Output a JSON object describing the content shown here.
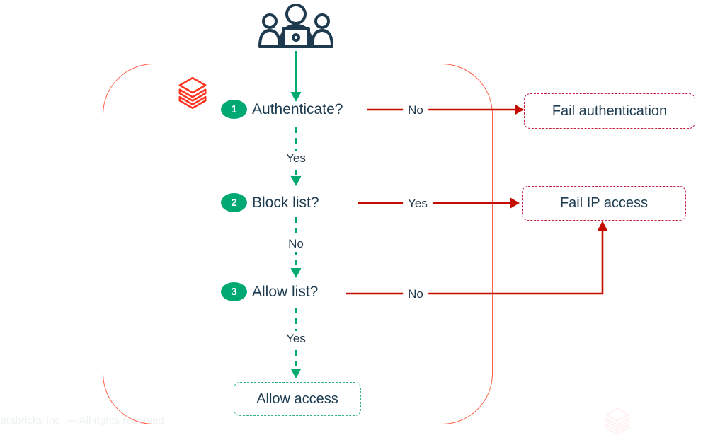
{
  "diagram": {
    "steps": [
      {
        "number": "1",
        "label": "Authenticate?"
      },
      {
        "number": "2",
        "label": "Block list?"
      },
      {
        "number": "3",
        "label": "Allow list?"
      }
    ],
    "outcomes": {
      "fail_auth": "Fail authentication",
      "fail_ip": "Fail IP access",
      "allow": "Allow access"
    },
    "edges": {
      "auth_no": "No",
      "auth_yes": "Yes",
      "block_yes": "Yes",
      "block_no": "No",
      "allow_no": "No",
      "allow_yes": "Yes"
    },
    "icons": {
      "users": "users-at-laptop-icon",
      "brand": "databricks-logo"
    },
    "colors": {
      "boundary": "#ff5f46",
      "brand_red": "#ff3621",
      "green": "#00a972",
      "fail_red": "#c40d00",
      "fail_border": "#c81d40",
      "allow_border": "#2bb287",
      "ink": "#1d3c50"
    }
  },
  "watermark": {
    "copyright": "Databricks Inc. — All rights reserved"
  }
}
